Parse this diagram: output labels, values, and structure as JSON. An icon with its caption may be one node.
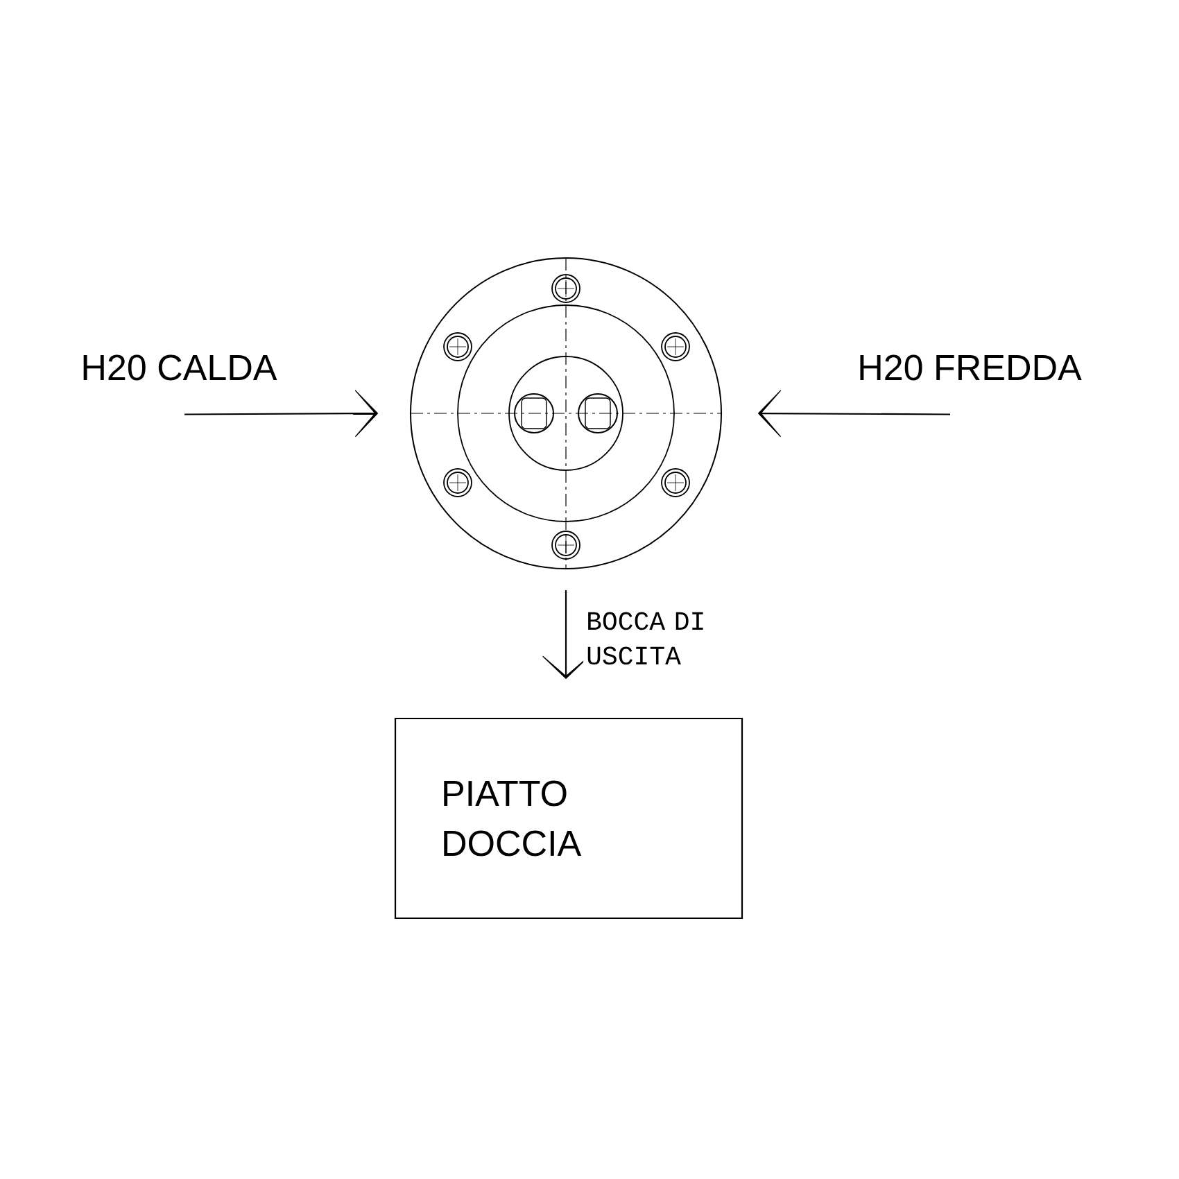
{
  "diagram": {
    "nodes": [
      {
        "text": [
          "H20 CALDA"
        ]
      },
      {
        "text": [
          "H20 FREDDA"
        ]
      },
      {
        "text": [],
        "shape": "picture"
      },
      {
        "text": [
          "PIATTO DOCCIA"
        ]
      }
    ],
    "edges": [
      {
        "from": 0,
        "to": 2,
        "arrow": "to"
      },
      {
        "from": 1,
        "to": 2,
        "arrow": "to"
      },
      {
        "from": 2,
        "to": 3,
        "arrow": "to",
        "label": "BOCCA DI USCITA"
      }
    ]
  }
}
